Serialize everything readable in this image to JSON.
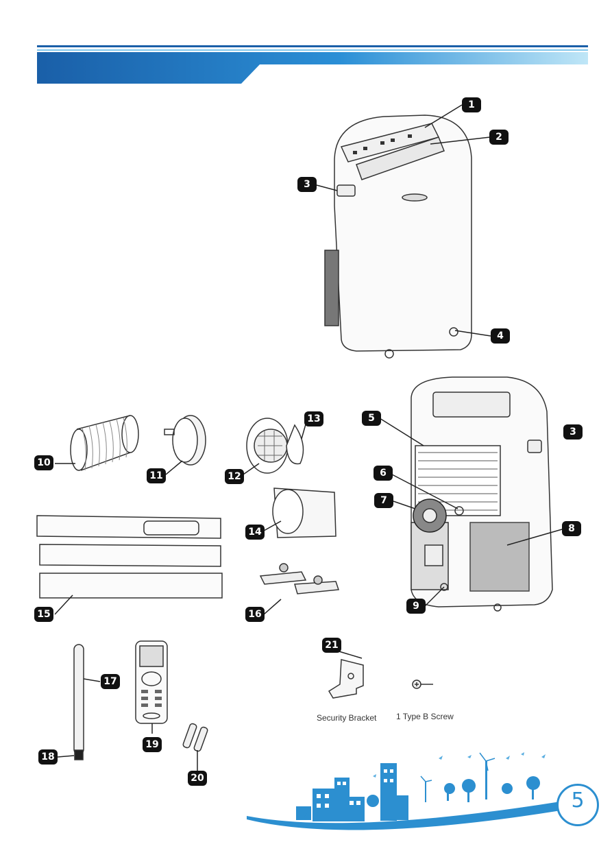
{
  "header": {
    "color_dark": "#1a5fa8",
    "color_light": "#3fb3e6"
  },
  "callouts": [
    "1",
    "2",
    "3",
    "3",
    "4",
    "5",
    "6",
    "7",
    "8",
    "9",
    "10",
    "11",
    "12",
    "13",
    "14",
    "15",
    "16",
    "17",
    "18",
    "19",
    "20",
    "21"
  ],
  "captions": {
    "security_bracket": "Security Bracket",
    "screw": "1 Type B Screw"
  },
  "footer": {
    "page_number": "5",
    "accent": "#2c8fd0"
  }
}
